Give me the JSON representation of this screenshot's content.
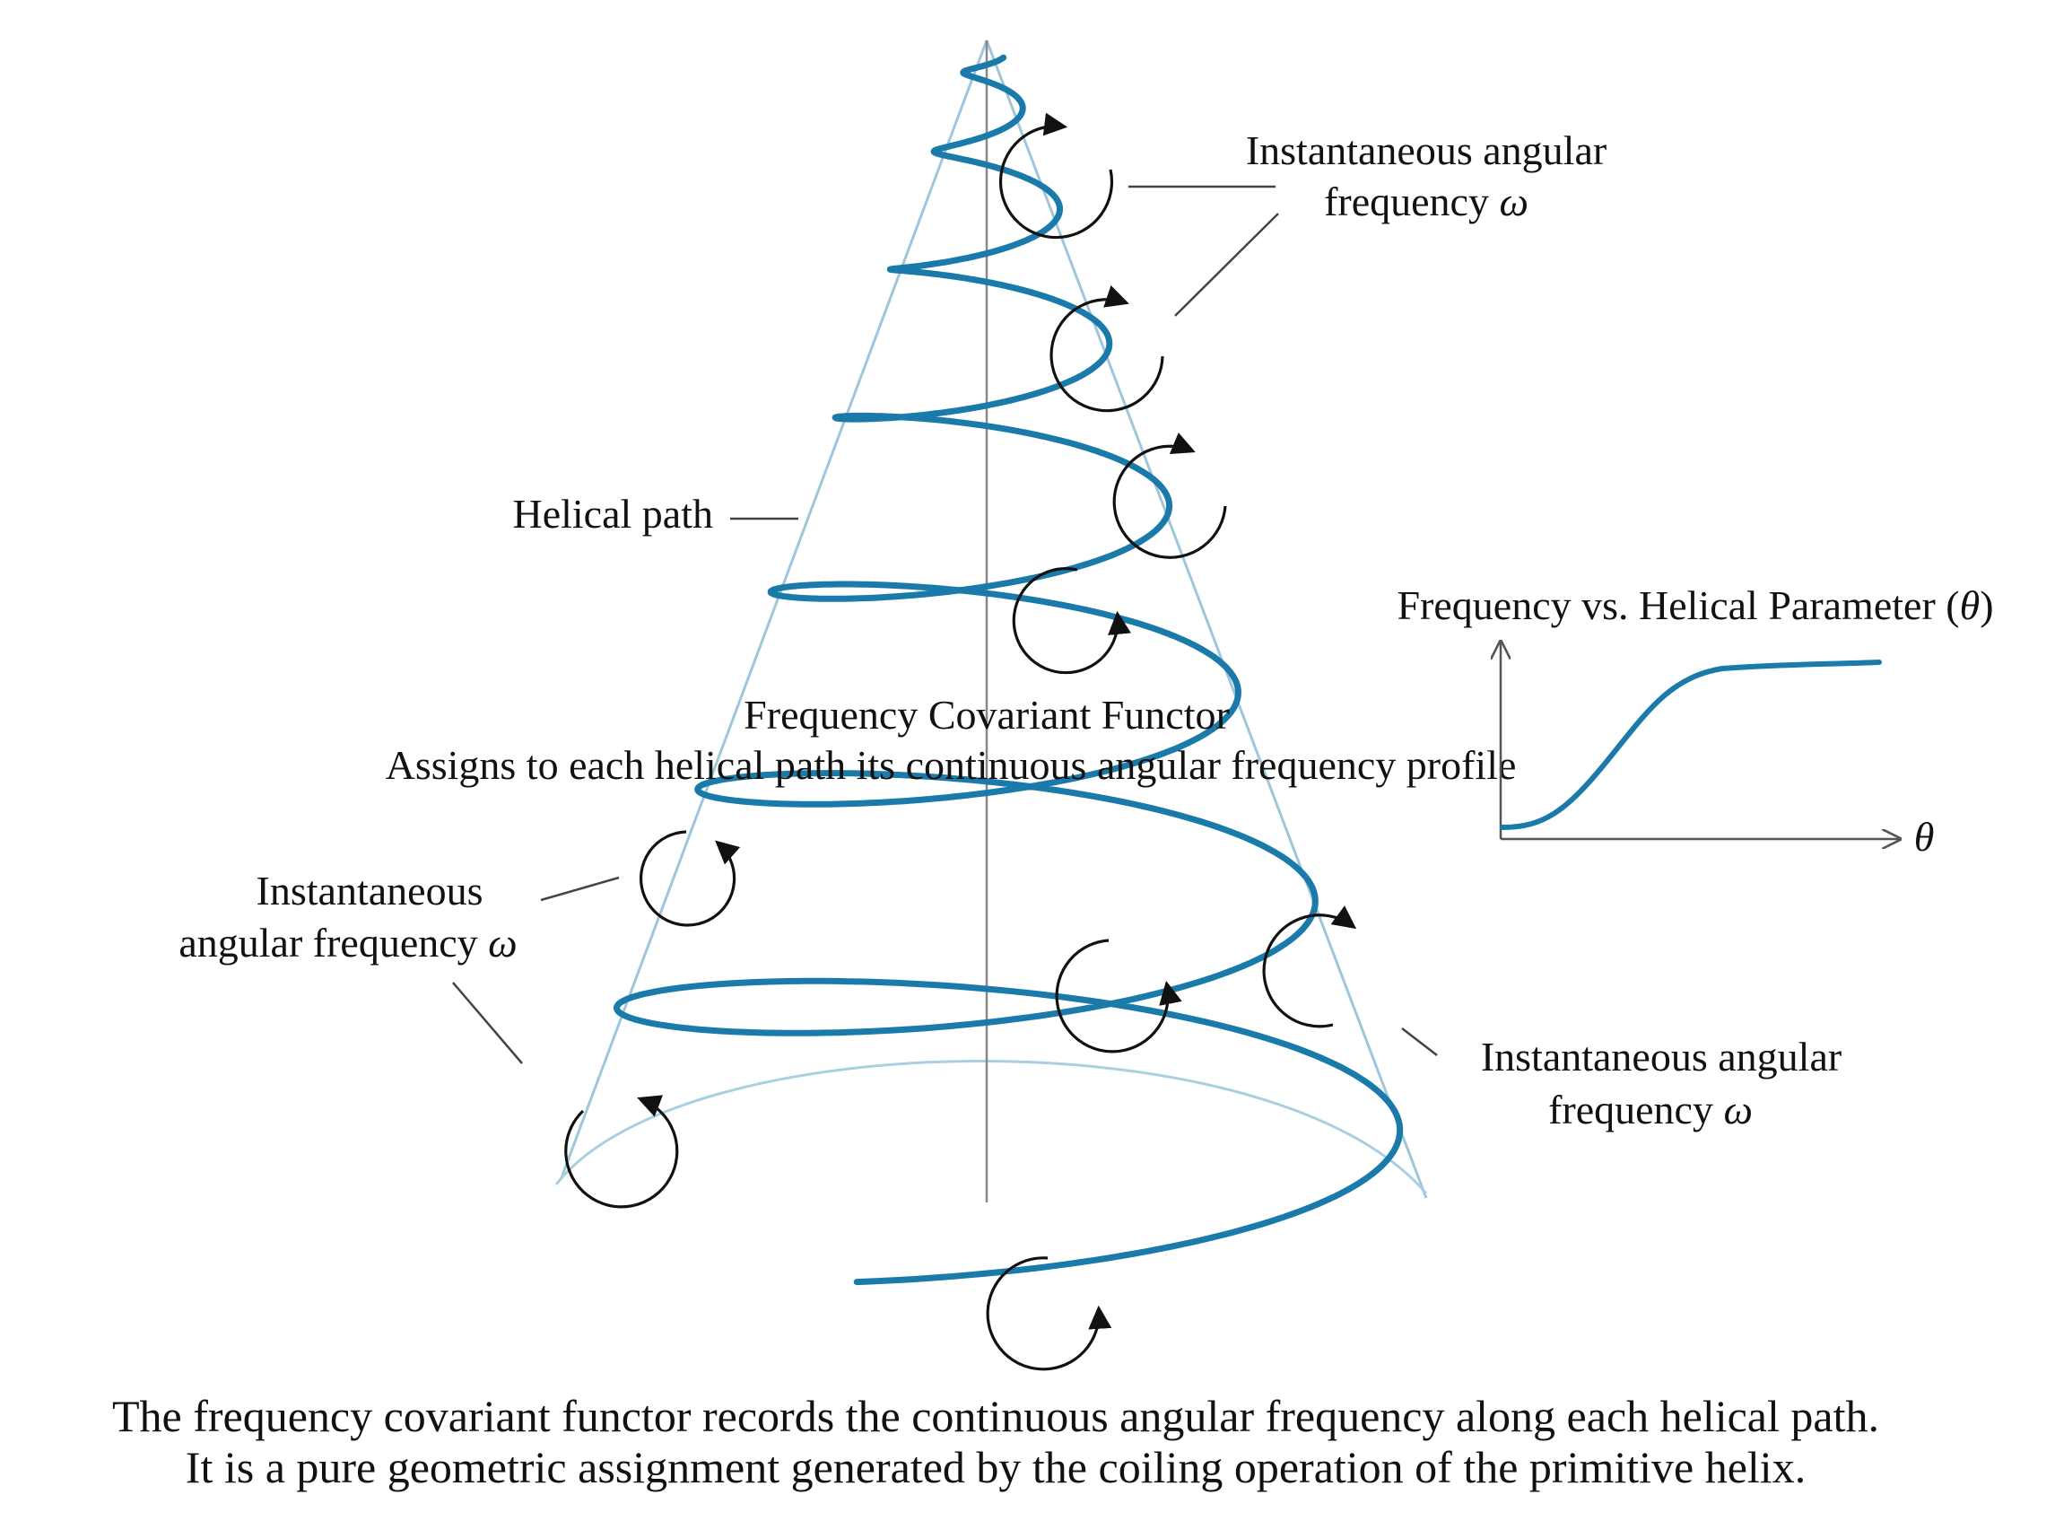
{
  "labels": {
    "top_right": {
      "line1": "Instantaneous angular",
      "line2_prefix": "frequency ",
      "symbol": "ω"
    },
    "helical_path": "Helical path",
    "functor_title": "Frequency Covariant Functor",
    "functor_desc": "Assigns to each helical path its continuous angular frequency profile",
    "left": {
      "line1": "Instantaneous",
      "line2_prefix": "angular frequency ",
      "symbol": "ω"
    },
    "bottom_right": {
      "line1": "Instantaneous angular",
      "line2_prefix": "frequency ",
      "symbol": "ω"
    }
  },
  "inset": {
    "title_prefix": "Frequency vs. Helical Parameter (",
    "title_symbol": "θ",
    "title_suffix": ")",
    "x_axis_symbol": "θ"
  },
  "caption": {
    "line1": "The frequency covariant functor records the continuous angular frequency along each helical path.",
    "line2": "It is a pure geometric assignment generated by the coiling operation of the primitive helix."
  },
  "colors": {
    "helix": "#1a7aaa",
    "cone": "#9fc6da",
    "axis": "#888888",
    "annotation": "#111111",
    "leader": "#444444"
  }
}
